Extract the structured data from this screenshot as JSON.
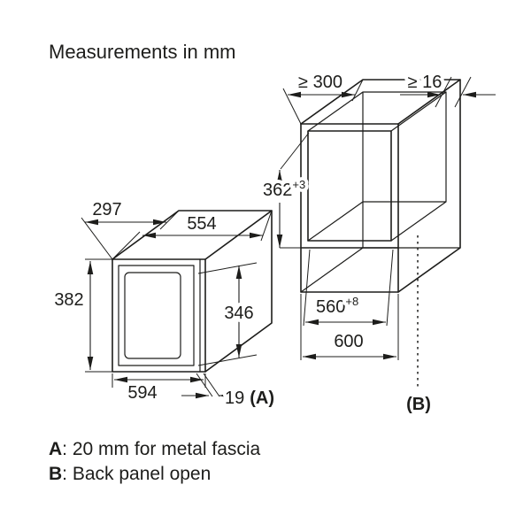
{
  "title": "Measurements in mm",
  "colors": {
    "ink": "#1d1d1b",
    "background": "#ffffff"
  },
  "microwave": {
    "depth_label": "297",
    "top_width_label": "554",
    "height_label": "382",
    "door_height_label": "346",
    "width_label": "594",
    "fascia_gap_label": "19",
    "fascia_ref_label": "(A)"
  },
  "niche": {
    "min_depth_label": "≥ 300",
    "min_gap_label": "≥ 16",
    "height_label": "362",
    "height_tol_label": "+3",
    "width_label": "560",
    "width_tol_label": "+8",
    "outer_width_label": "600",
    "back_ref_label": "(B)"
  },
  "legend": {
    "a_key": "A",
    "a_rest": ": 20 mm for metal fascia",
    "b_key": "B",
    "b_rest": ": Back panel open"
  }
}
